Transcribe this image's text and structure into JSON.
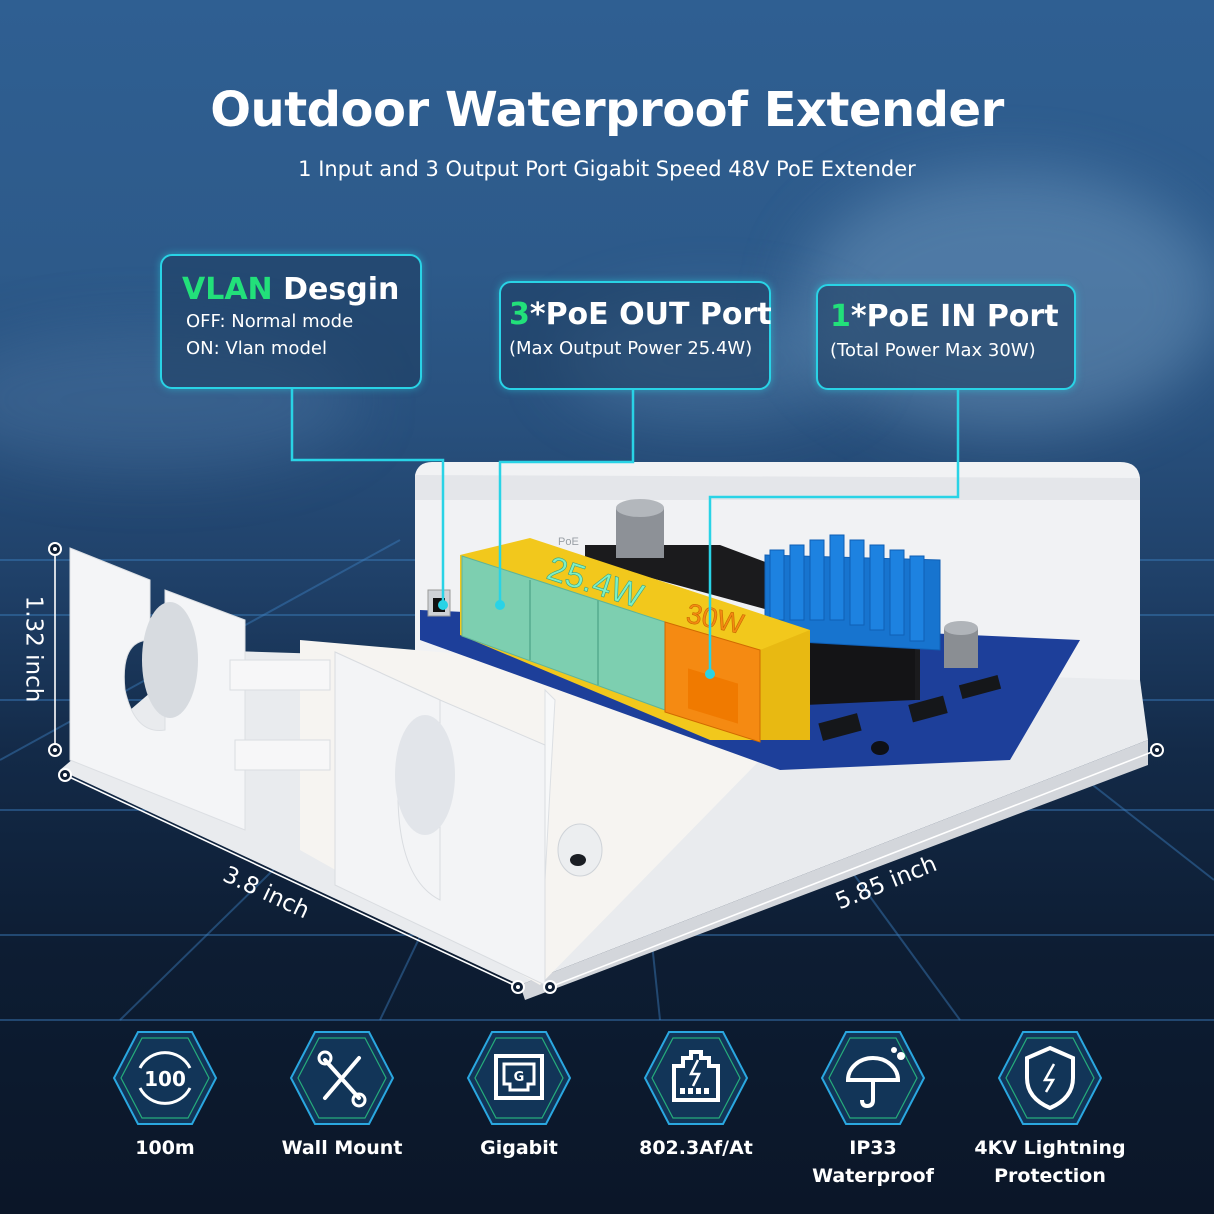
{
  "header": {
    "title": "Outdoor Waterproof Extender",
    "subtitle": "1 Input and 3 Output Port Gigabit Speed 48V PoE Extender"
  },
  "callouts": [
    {
      "accent": "VLAN",
      "head": " Desgin",
      "lines": [
        "OFF: Normal mode",
        "ON: Vlan model"
      ]
    },
    {
      "accent": "3",
      "head": "*PoE OUT Port",
      "lines": [
        "(Max Output Power 25.4W)"
      ]
    },
    {
      "accent": "1",
      "head": "*PoE IN Port",
      "lines": [
        "(Total Power Max 30W)"
      ]
    }
  ],
  "product": {
    "out_port_power_label": "25.4W",
    "in_port_power_label": "30W",
    "port_tag": "PoE"
  },
  "dimensions": {
    "height": "1.32 inch",
    "depth": "3.8 inch",
    "width": "5.85 inch"
  },
  "features": [
    {
      "icon": "distance-100-icon",
      "label": "100m"
    },
    {
      "icon": "wrench-screwdriver-icon",
      "label": "Wall Mount"
    },
    {
      "icon": "gigabit-port-icon",
      "label": "Gigabit"
    },
    {
      "icon": "poe-port-lightning-icon",
      "label": "802.3Af/At"
    },
    {
      "icon": "umbrella-icon",
      "label": "IP33",
      "label2": "Waterproof"
    },
    {
      "icon": "shield-lightning-icon",
      "label": "4KV Lightning",
      "label2": "Protection"
    }
  ],
  "colors": {
    "callout_border": "#29d3e6",
    "accent_green": "#22e07a",
    "port_yellow": "#f2c81c",
    "port_teal": "#7dcfb0",
    "port_orange": "#f58a12",
    "heatsink_blue": "#1d82e0",
    "pcb_blue": "#1d3f9a"
  }
}
